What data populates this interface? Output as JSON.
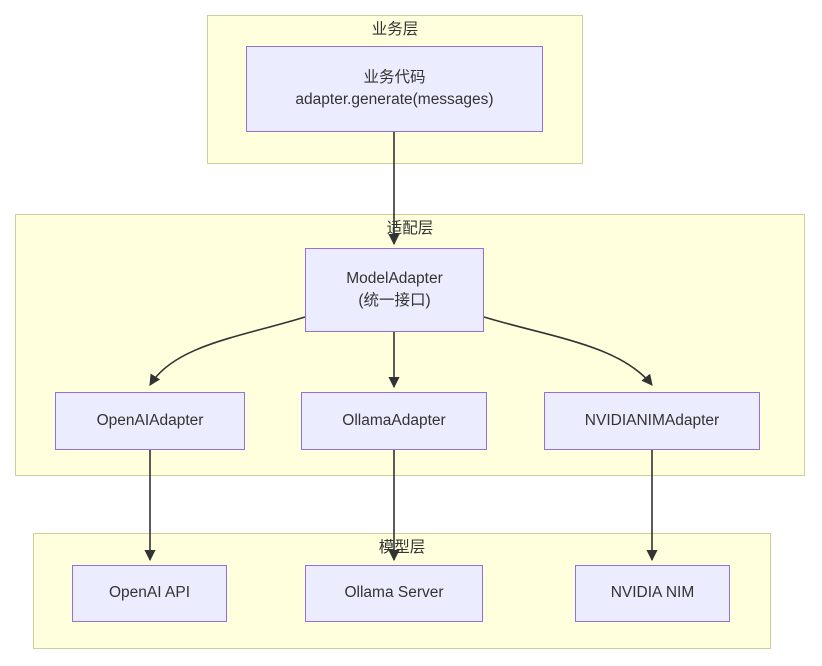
{
  "diagram": {
    "type": "flowchart",
    "title": "",
    "colors": {
      "layer_fill": "#ffffde",
      "layer_stroke": "#cfcf9a",
      "node_fill": "#ececff",
      "node_stroke": "#9370db",
      "edge_stroke": "#333333",
      "text": "#333333"
    },
    "layers": [
      {
        "id": "business",
        "label": "业务层"
      },
      {
        "id": "adapter",
        "label": "适配层"
      },
      {
        "id": "model",
        "label": "模型层"
      }
    ],
    "nodes": [
      {
        "id": "biz-code",
        "line1": "业务代码",
        "line2": "adapter.generate(messages)",
        "layer": "business"
      },
      {
        "id": "model-adapter",
        "line1": "ModelAdapter",
        "line2": "(统一接口)",
        "layer": "adapter"
      },
      {
        "id": "openai-adapter",
        "line1": "OpenAIAdapter",
        "line2": "",
        "layer": "adapter"
      },
      {
        "id": "ollama-adapter",
        "line1": "OllamaAdapter",
        "line2": "",
        "layer": "adapter"
      },
      {
        "id": "nvidia-adapter",
        "line1": "NVIDIANIMAdapter",
        "line2": "",
        "layer": "adapter"
      },
      {
        "id": "openai-api",
        "line1": "OpenAI API",
        "line2": "",
        "layer": "model"
      },
      {
        "id": "ollama-server",
        "line1": "Ollama Server",
        "line2": "",
        "layer": "model"
      },
      {
        "id": "nvidia-nim",
        "line1": "NVIDIA NIM",
        "line2": "",
        "layer": "model"
      }
    ],
    "edges": [
      {
        "from": "biz-code",
        "to": "model-adapter",
        "label": ""
      },
      {
        "from": "model-adapter",
        "to": "openai-adapter",
        "label": ""
      },
      {
        "from": "model-adapter",
        "to": "ollama-adapter",
        "label": ""
      },
      {
        "from": "model-adapter",
        "to": "nvidia-adapter",
        "label": ""
      },
      {
        "from": "openai-adapter",
        "to": "openai-api",
        "label": ""
      },
      {
        "from": "ollama-adapter",
        "to": "ollama-server",
        "label": ""
      },
      {
        "from": "nvidia-adapter",
        "to": "nvidia-nim",
        "label": ""
      }
    ]
  }
}
